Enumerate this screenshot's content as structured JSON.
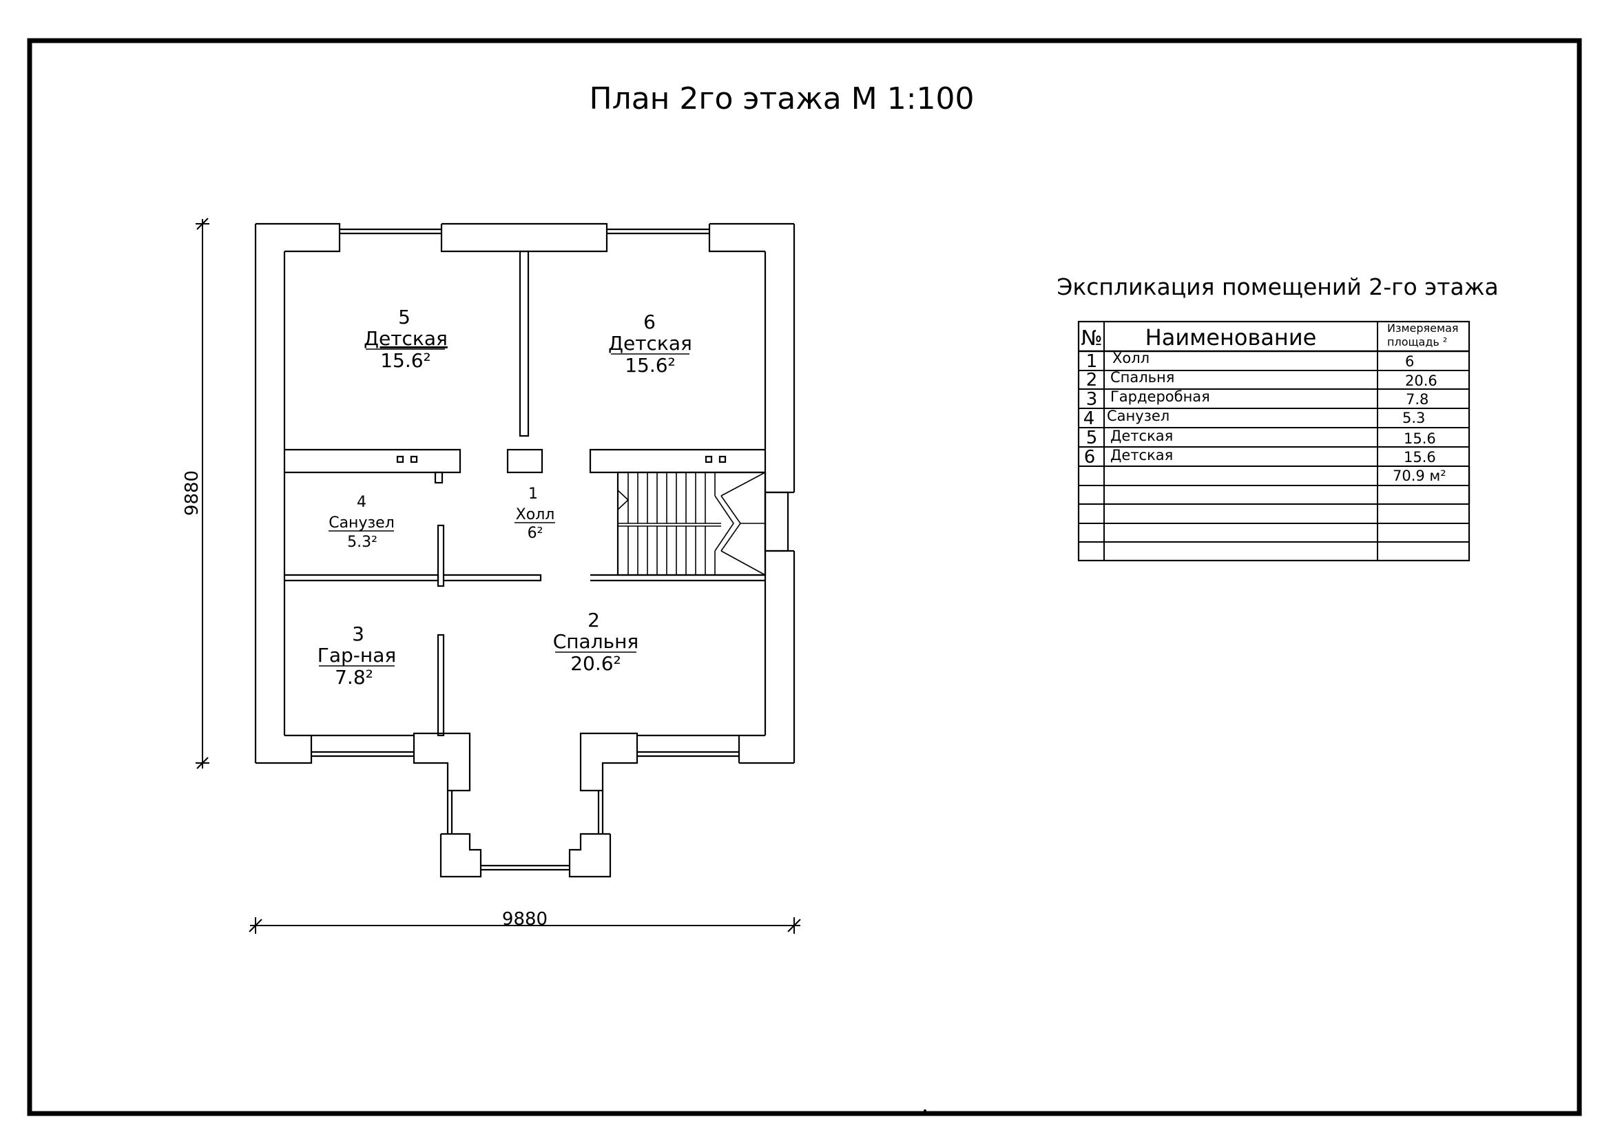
{
  "title": "План 2го этажа  М 1:100",
  "dimensions": {
    "horizontal": "9880",
    "vertical": "9880"
  },
  "rooms": [
    {
      "num": "5",
      "name": "Детская",
      "area": "15.6²"
    },
    {
      "num": "6",
      "name": "Детская",
      "area": "15.6²"
    },
    {
      "num": "4",
      "name": "Санузел",
      "area": "5.3²"
    },
    {
      "num": "1",
      "name": "Холл",
      "area": "6²"
    },
    {
      "num": "3",
      "name": "Гар-ная",
      "area": "7.8²"
    },
    {
      "num": "2",
      "name": "Спальня",
      "area": "20.6²"
    }
  ],
  "explication": {
    "title": "Экспликация помещений 2-го этажа",
    "headers": {
      "num": "№",
      "name": "Наименование",
      "area_line1": "Измеряемая",
      "area_line2": "площадь ²"
    },
    "rows": [
      {
        "num": "1",
        "name": "Холл",
        "area": "6"
      },
      {
        "num": "2",
        "name": "Спальня",
        "area": "20.6"
      },
      {
        "num": "3",
        "name": "Гардеробная",
        "area": "7.8"
      },
      {
        "num": "4",
        "name": "Санузел",
        "area": "5.3"
      },
      {
        "num": "5",
        "name": "Детская",
        "area": "15.6"
      },
      {
        "num": "6",
        "name": "Детская",
        "area": "15.6"
      }
    ],
    "total": "70.9 м²"
  }
}
